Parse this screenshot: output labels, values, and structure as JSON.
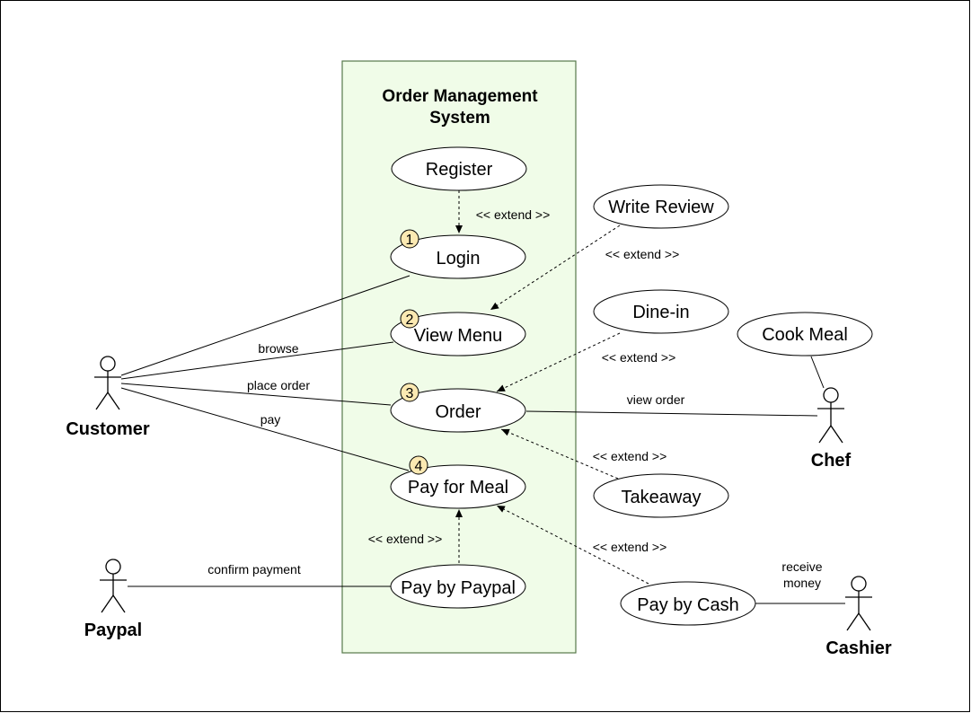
{
  "system": {
    "title_line1": "Order Management",
    "title_line2": "System"
  },
  "use_cases": {
    "register": "Register",
    "login": "Login",
    "view_menu": "View Menu",
    "order": "Order",
    "pay_for_meal": "Pay for Meal",
    "pay_by_paypal": "Pay by Paypal",
    "write_review": "Write Review",
    "dine_in": "Dine-in",
    "takeaway": "Takeaway",
    "pay_by_cash": "Pay by Cash",
    "cook_meal": "Cook Meal"
  },
  "actors": {
    "customer": "Customer",
    "chef": "Chef",
    "paypal": "Paypal",
    "cashier": "Cashier"
  },
  "badges": {
    "b1": "1",
    "b2": "2",
    "b3": "3",
    "b4": "4"
  },
  "labels": {
    "extend": "<< extend >>",
    "browse": "browse",
    "place_order": "place order",
    "pay": "pay",
    "view_order": "view order",
    "confirm_payment": "confirm payment",
    "receive_line1": "receive",
    "receive_line2": "money"
  }
}
